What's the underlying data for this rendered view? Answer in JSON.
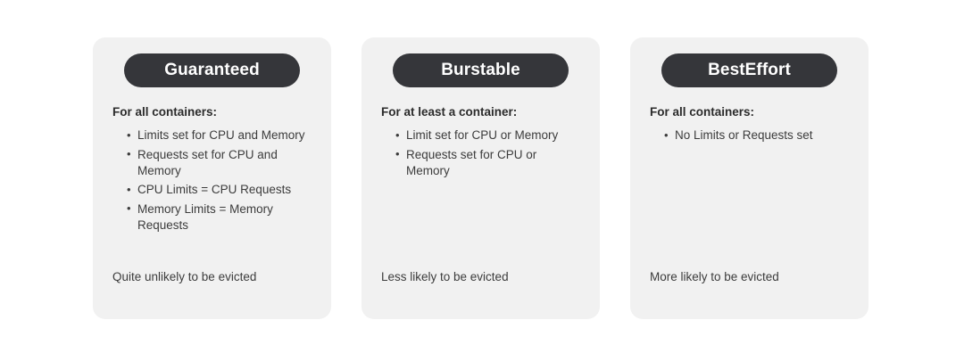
{
  "page": {
    "background_color": "#ffffff",
    "card_background_color": "#f1f1f1",
    "pill_background_color": "#35363a",
    "pill_text_color": "#ffffff",
    "body_text_color": "#3c3c3c"
  },
  "cards": [
    {
      "title": "Guaranteed",
      "subhead": "For all containers:",
      "bullets": [
        "Limits set for CPU and Memory",
        "Requests set for CPU and Memory",
        "CPU Limits = CPU Requests",
        "Memory Limits = Memory Requests"
      ],
      "footer": "Quite unlikely to be evicted"
    },
    {
      "title": "Burstable",
      "subhead": "For at least a container:",
      "bullets": [
        "Limit set for CPU or Memory",
        "Requests set for CPU or Memory"
      ],
      "footer": "Less likely to be evicted"
    },
    {
      "title": "BestEffort",
      "subhead": "For all containers:",
      "bullets": [
        "No Limits or Requests set"
      ],
      "footer": "More likely to be evicted"
    }
  ]
}
